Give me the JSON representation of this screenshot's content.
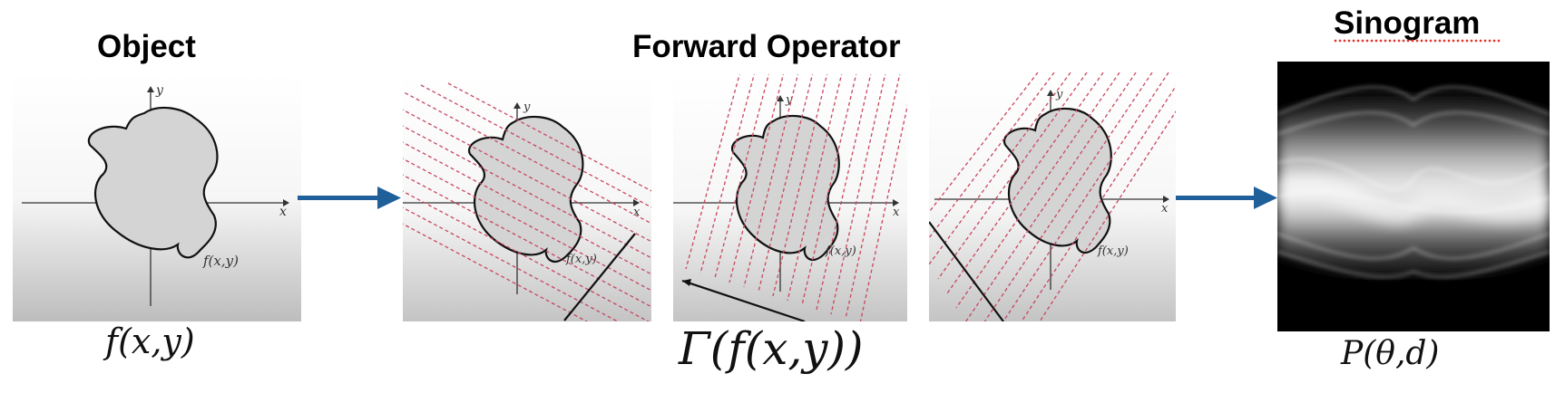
{
  "headings": {
    "object": "Object",
    "forward_operator": "Forward Operator",
    "sinogram": "Sinogram"
  },
  "formulas": {
    "object": "f(x,y)",
    "operator": "Γ(f(x,y))",
    "sinogram": "P(θ,d)"
  },
  "panel_labels": {
    "x_axis": "x",
    "y_axis": "y",
    "function": "f(x,y)"
  },
  "colors": {
    "arrow": "#1f5f9a",
    "projection_lines": "#c8475e",
    "object_fill": "#d4d4d4",
    "sinogram_background": "#000000"
  },
  "icons": {
    "flow_arrow": "right-arrow-icon"
  }
}
